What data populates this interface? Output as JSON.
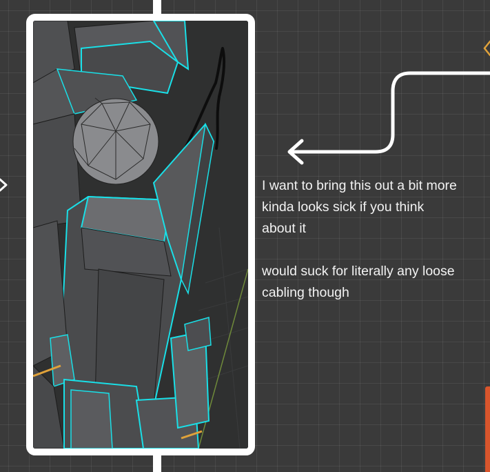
{
  "note": {
    "line1": "I want to bring this out a bit more",
    "line2": "kinda looks sick if you think",
    "line3": "about it",
    "line4": "would suck for literally any loose",
    "line5": "cabling though"
  },
  "icons": {
    "left_arrow": "chevron-right-icon",
    "curved_arrow": "curved-arrow-left-icon"
  },
  "colors": {
    "canvas_bg": "#3a3a3a",
    "annotation_stroke": "#ffffff",
    "text": "#f2f2f2",
    "selection_edge": "#19e0e8",
    "accent_orange": "#d9552c",
    "model_face": "#5c5d60"
  }
}
